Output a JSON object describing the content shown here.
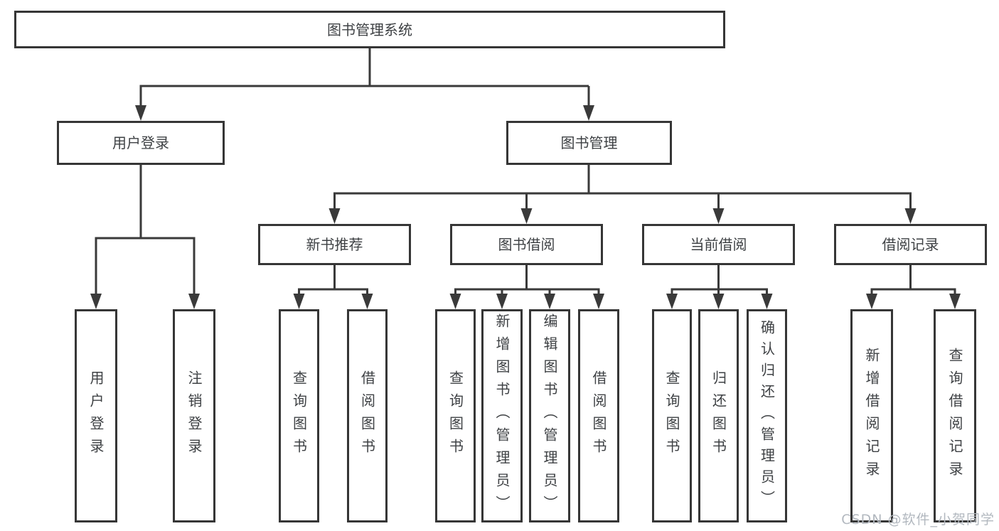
{
  "diagram_type": "hierarchy-tree",
  "colors": {
    "line": "#3a3a3a",
    "box_border": "#363636",
    "text": "#3e4144",
    "background": "#ffffff",
    "watermark": "#b2b8bf"
  },
  "tree": {
    "root": {
      "label": "图书管理系统",
      "children": [
        {
          "label": "用户登录",
          "children": [
            {
              "label": "用户登录"
            },
            {
              "label": "注销登录"
            }
          ]
        },
        {
          "label": "图书管理",
          "children": [
            {
              "label": "新书推荐",
              "children": [
                {
                  "label": "查询图书"
                },
                {
                  "label": "借阅图书"
                }
              ]
            },
            {
              "label": "图书借阅",
              "children": [
                {
                  "label": "查询图书"
                },
                {
                  "label": "新增图书（管理员）"
                },
                {
                  "label": "编辑图书（管理员）"
                },
                {
                  "label": "借阅图书"
                }
              ]
            },
            {
              "label": "当前借阅",
              "children": [
                {
                  "label": "查询图书"
                },
                {
                  "label": "归还图书"
                },
                {
                  "label": "确认归还（管理员）"
                }
              ]
            },
            {
              "label": "借阅记录",
              "children": [
                {
                  "label": "新增借阅记录"
                },
                {
                  "label": "查询借阅记录"
                }
              ]
            }
          ]
        }
      ]
    }
  },
  "watermark": "CSDN @软件_小贺同学"
}
